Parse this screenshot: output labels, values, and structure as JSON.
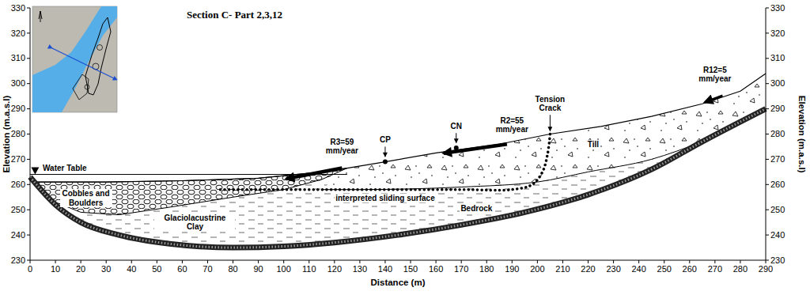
{
  "diagram": {
    "title": "Section C- Part 2,3,12",
    "labels": [
      "330",
      "320",
      "310",
      "300",
      "290",
      "280",
      "270",
      "260",
      "250",
      "240",
      "230",
      "330",
      "320",
      "310",
      "300",
      "290",
      "280",
      "270",
      "260",
      "250",
      "240",
      "230",
      "0",
      "10",
      "20",
      "30",
      "40",
      "50",
      "60",
      "70",
      "80",
      "90",
      "100",
      "110",
      "120",
      "130",
      "140",
      "150",
      "160",
      "170",
      "180",
      "190",
      "200",
      "210",
      "220",
      "230",
      "240",
      "250",
      "260",
      "270",
      "280",
      "290",
      "Elevation (m.a.s.l)",
      "Elevation (m.a.s.l)",
      "Distance (m)",
      "Water Table",
      "Cobbles and Boulders",
      "Glaciolacustrine Clay",
      "Bedrock",
      "Till",
      "interpreted sliding surface",
      "Tension Crack",
      "CP",
      "CN",
      "R3=59 mm/year",
      "R2=55 mm/year",
      "R12=5 mm/year"
    ]
  }
}
